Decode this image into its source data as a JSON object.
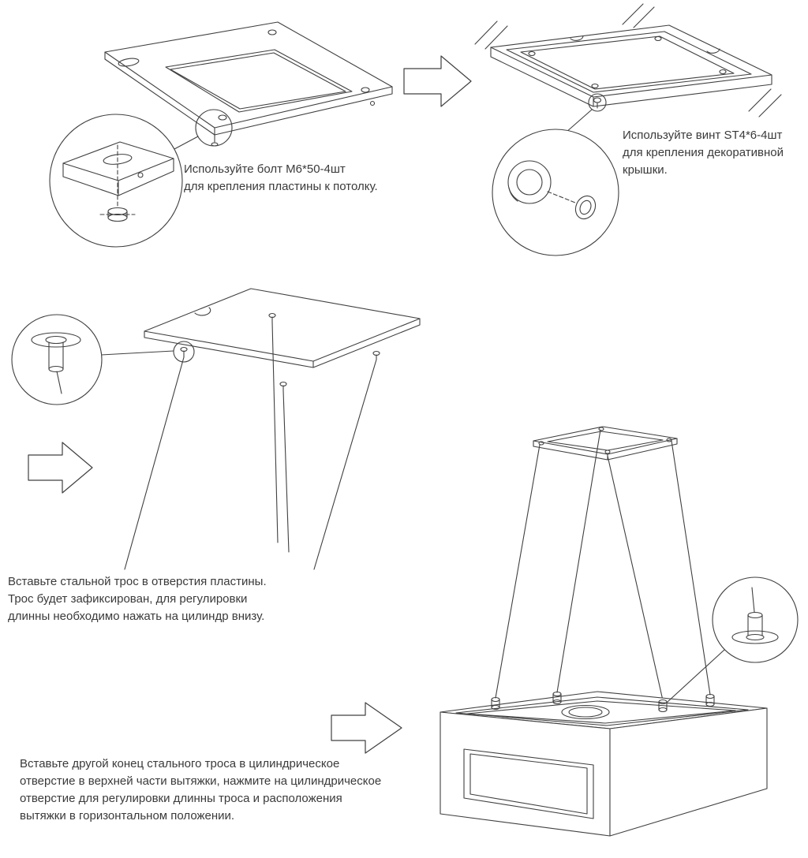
{
  "page": {
    "background": "#ffffff",
    "line_color": "#404040",
    "text_color": "#3a3a3a"
  },
  "captions": {
    "step1": "Используйте болт M6*50-4шт\nдля крепления пластины к потолку.",
    "step2": "Используйте винт ST4*6-4шт\nдля крепления декоративной\nкрышки.",
    "step3": "Вставьте стальной трос в отверстия пластины.\nТрос будет зафиксирован, для регулировки\nдлинны необходимо нажать на цилиндр внизу.",
    "step4": "Вставьте другой конец стального троса в цилиндрическое\nотверстие в верхней части вытяжки, нажмите на цилиндрическое\nотверстие для регулировки длинны троса и расположения\nвытяжки в горизонтальном положении."
  }
}
